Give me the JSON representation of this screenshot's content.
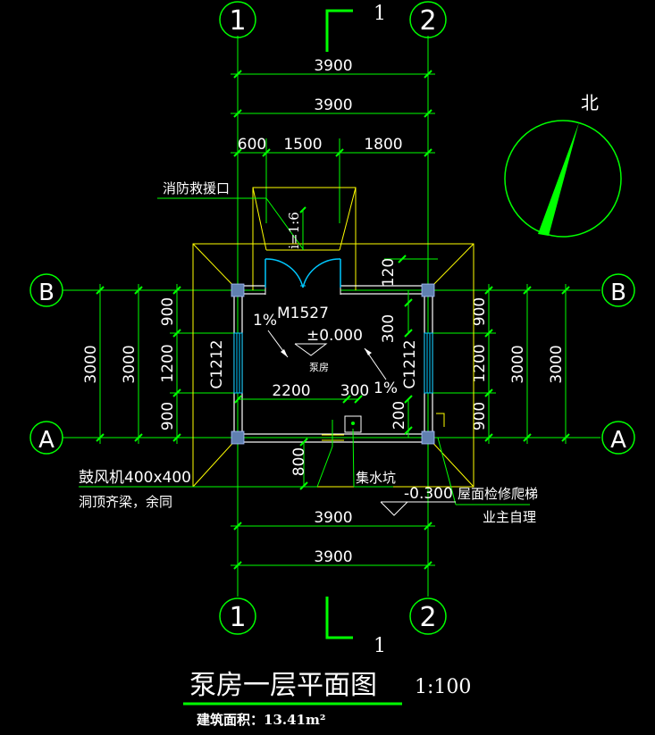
{
  "colors": {
    "background": "#000000",
    "dimension_line": "#00ff00",
    "wall": "#ffffff",
    "outline": "#ffff00",
    "door": "#00c8ff",
    "column": "#6080b0"
  },
  "axes": {
    "col_1": "1",
    "col_2": "2",
    "row_A": "A",
    "row_B": "B"
  },
  "section_mark": {
    "label": "1"
  },
  "north": {
    "label": "北"
  },
  "dims": {
    "top_total_1": "3900",
    "top_total_2": "3900",
    "top_seg_1": "600",
    "top_seg_2": "1500",
    "top_seg_3": "1800",
    "bottom_total_1": "3900",
    "bottom_total_2": "3900",
    "left_outer": "3000",
    "left_mid": "3000",
    "left_seg_1": "900",
    "left_seg_2": "1200",
    "left_seg_3": "900",
    "right_outer": "3000",
    "right_mid": "3000",
    "right_seg_1": "900",
    "right_seg_2": "1200",
    "right_seg_3": "900",
    "inner_2200": "2200",
    "inner_300": "300",
    "inner_200": "200",
    "inner_300_v": "300",
    "inner_120": "120",
    "inner_800": "800"
  },
  "labels": {
    "fire_rescue": "消防救援口",
    "slope": "i=1:6",
    "door": "M1527",
    "slope_1": "1%",
    "slope_2": "1%",
    "elevation": "±0.000",
    "room": "泵房",
    "window_left": "C1212",
    "window_right": "C1212",
    "fan": "鼓风机400x400",
    "fan_note": "洞顶齐梁，余同",
    "sump": "集水坑",
    "elev_minus": "-0.300",
    "roof_ladder": "屋面检修爬梯",
    "owner": "业主自理"
  },
  "title": {
    "text": "泵房一层平面图",
    "scale": "1:100",
    "area": "建筑面积：13.41m²"
  }
}
